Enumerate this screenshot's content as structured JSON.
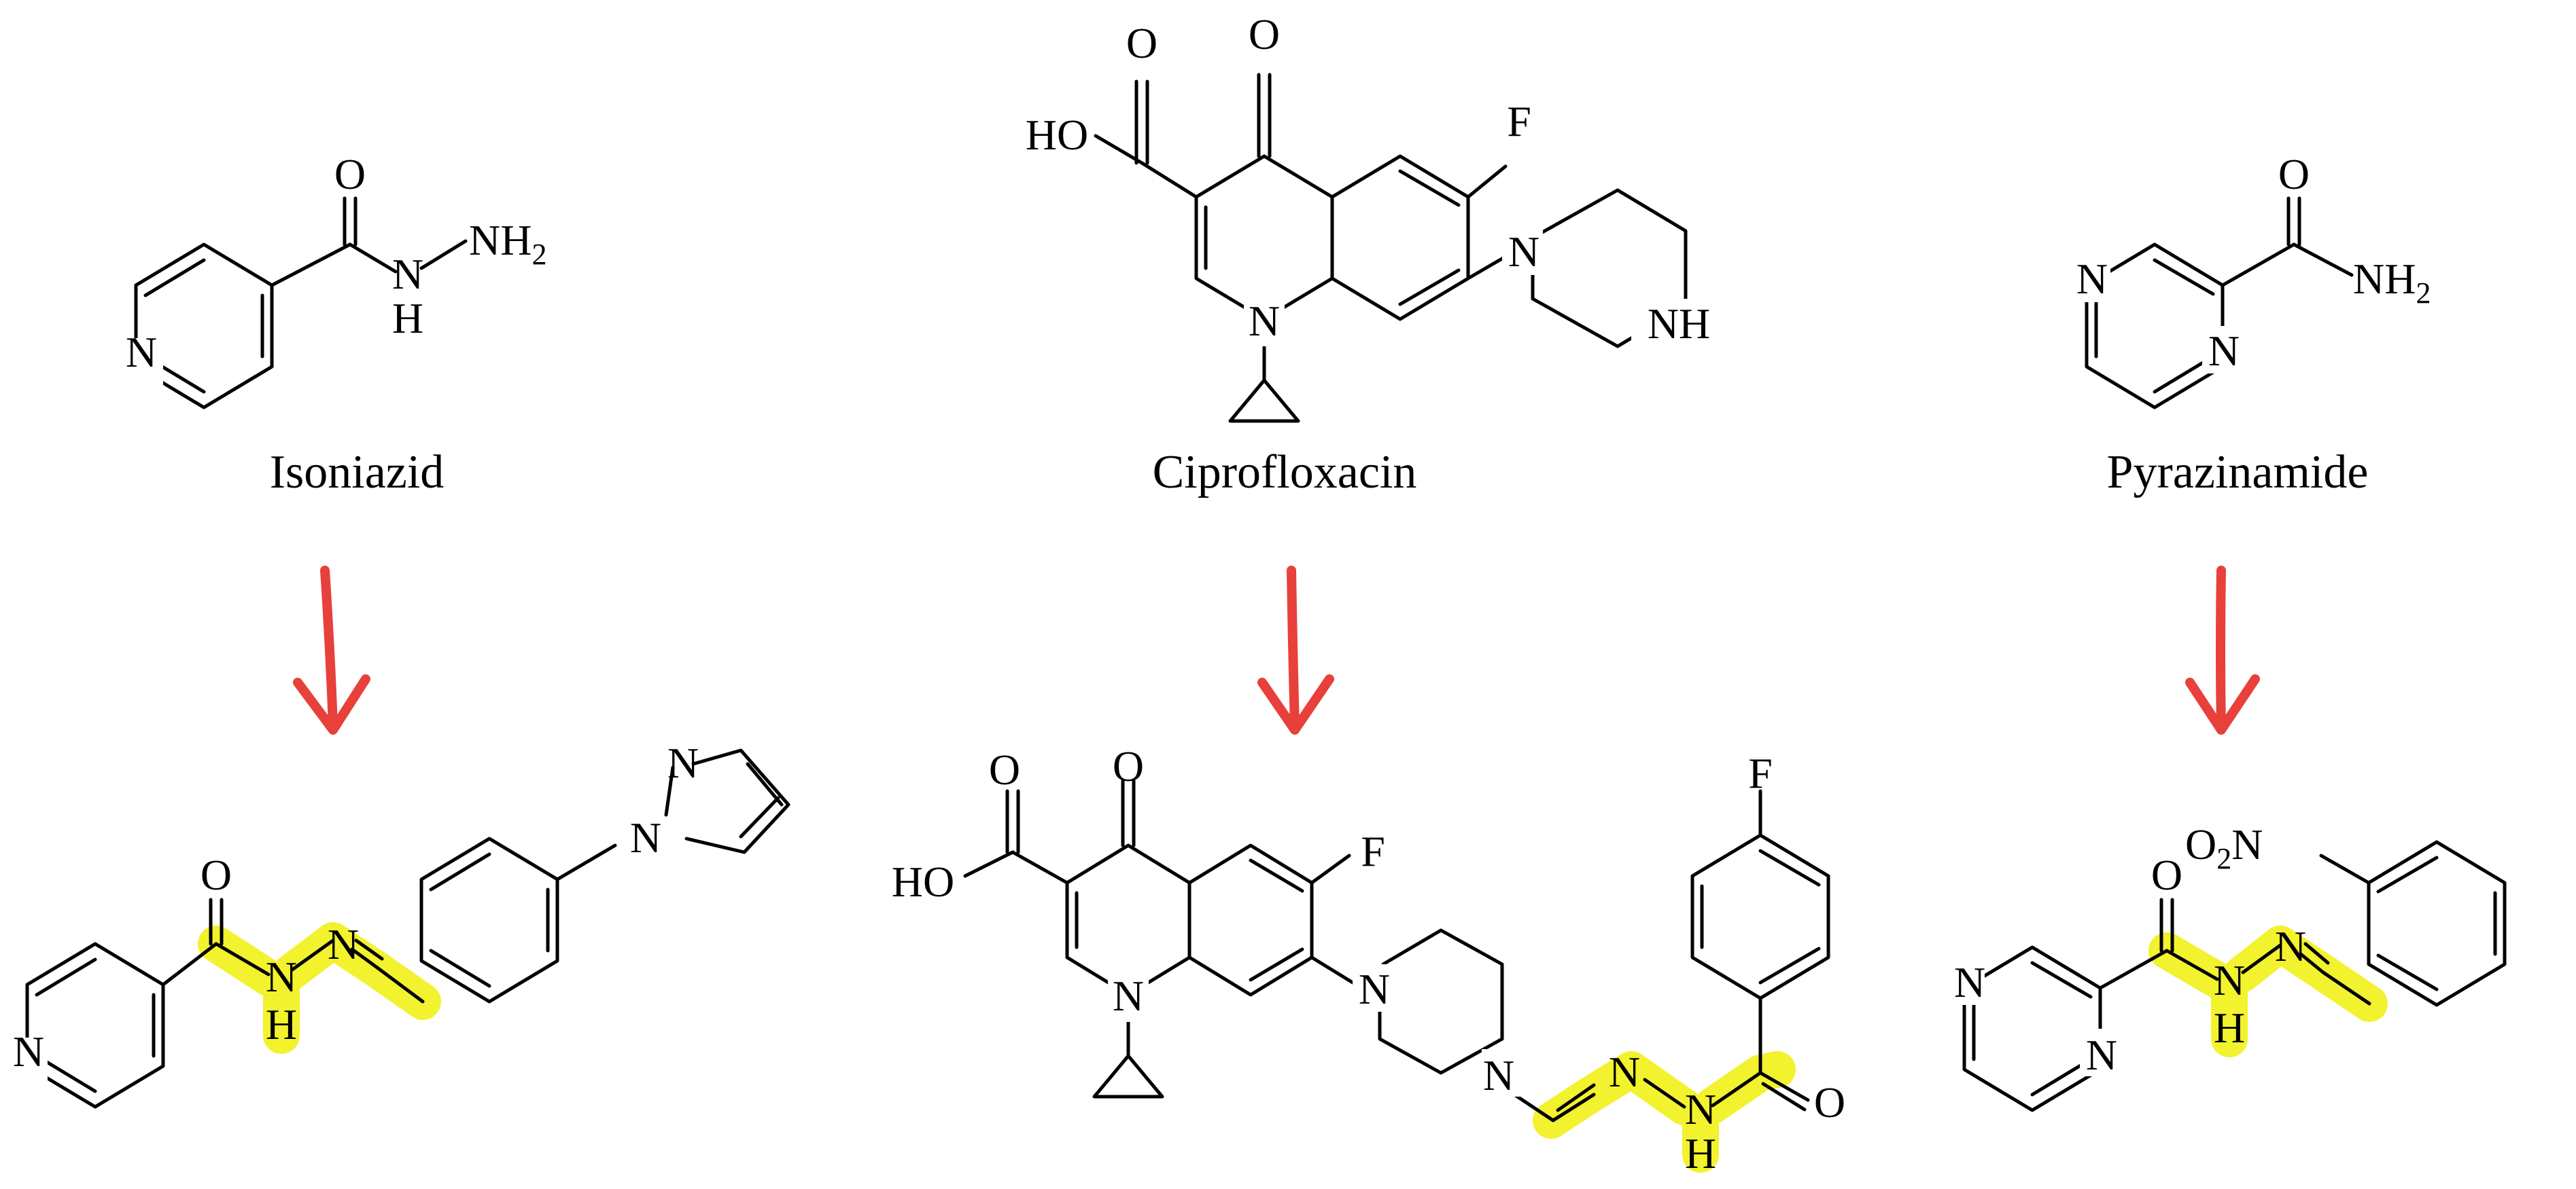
{
  "colors": {
    "highlight": "#f2f22e",
    "arrow": "#e8403a",
    "bond": "#000000"
  },
  "top_molecules": [
    {
      "name": "Isoniazid",
      "atoms": {
        "o": "O",
        "nh_n": "N",
        "nh_h": "H",
        "nh2_n": "NH",
        "nh2_sub": "2",
        "ring_n": "N"
      }
    },
    {
      "name": "Ciprofloxacin",
      "atoms": {
        "o_keto": "O",
        "o_acid": "O",
        "ho": "HO",
        "f": "F",
        "n1": "N",
        "n_pip": "N",
        "nh": "NH"
      }
    },
    {
      "name": "Pyrazinamide",
      "atoms": {
        "o": "O",
        "n_a": "N",
        "n_b": "N",
        "nh2_n": "NH",
        "nh2_sub": "2"
      }
    }
  ],
  "bottom_molecules": [
    {
      "atoms": {
        "o": "O",
        "nh_n": "N",
        "nh_h": "H",
        "n_imine": "N",
        "pz_n1": "N",
        "pz_n2": "N",
        "ring_n": "N"
      }
    },
    {
      "atoms": {
        "o_keto": "O",
        "o_acid": "O",
        "ho": "HO",
        "f1": "F",
        "f2": "F",
        "n1": "N",
        "n_pip1": "N",
        "n_pip2": "N",
        "n_imine": "N",
        "nh_n": "N",
        "nh_h": "H",
        "o_amide": "O"
      }
    },
    {
      "atoms": {
        "o": "O",
        "no2_o": "O",
        "no2_sub": "2",
        "no2_n": "N",
        "nh_n": "N",
        "nh_h": "H",
        "n_imine": "N",
        "n_a": "N",
        "n_b": "N"
      }
    }
  ]
}
